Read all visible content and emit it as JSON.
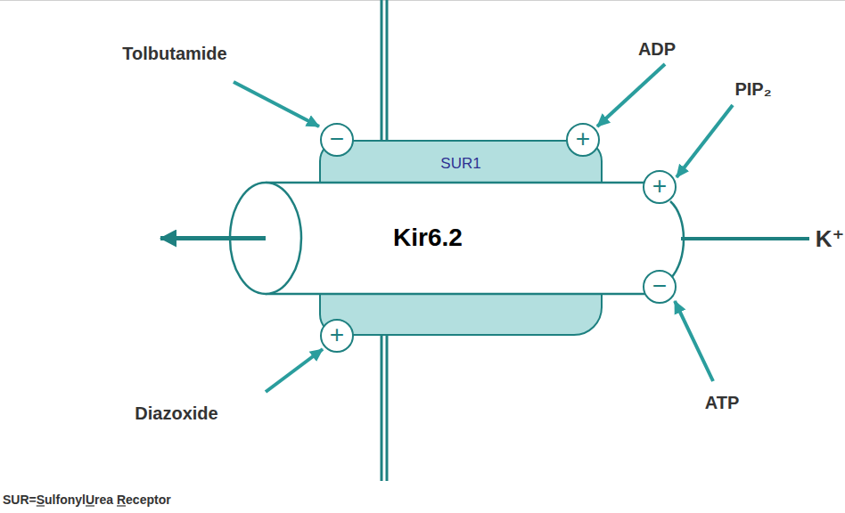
{
  "diagram": {
    "nodes": [
      {
        "text": [
          "SUR1"
        ]
      },
      {
        "text": [
          "Kir6.2"
        ]
      },
      {
        "text": [
          "−"
        ]
      },
      {
        "text": [
          "+"
        ]
      },
      {
        "text": [
          "+"
        ]
      },
      {
        "text": [
          "−"
        ]
      },
      {
        "text": [
          "+"
        ]
      }
    ],
    "labels": [
      "Tolbutamide",
      "ADP",
      "PIP₂",
      "K⁺",
      "ATP",
      "Diazoxide",
      "SUR=SulfonylUrea Receptor"
    ]
  }
}
